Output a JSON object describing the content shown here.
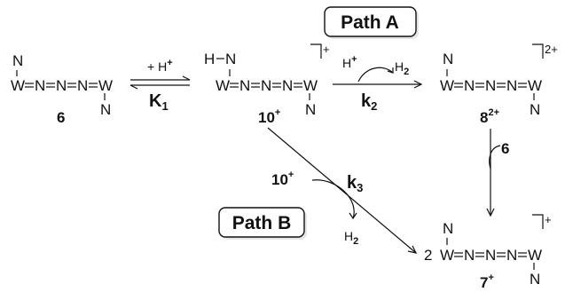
{
  "atoms": {
    "W": "W",
    "N": "N",
    "H": "H"
  },
  "compounds": {
    "c6": {
      "number": "6"
    },
    "c10": {
      "number": "10",
      "charge": "+"
    },
    "c8": {
      "number": "8",
      "charge": "2+"
    },
    "c7": {
      "number": "7",
      "charge": "+",
      "coefficient": "2"
    }
  },
  "bracket_charges": {
    "c10": "+",
    "c8": "2+",
    "c7": "+"
  },
  "step1": {
    "reagent": "+ H",
    "reagent_charge": "+",
    "constant": "K",
    "constant_sub": "1"
  },
  "step2": {
    "reagent": "H",
    "reagent_charge": "+",
    "product": "H",
    "product_sub": "2",
    "constant": "k",
    "constant_sub": "2"
  },
  "step3": {
    "reagent": "10",
    "reagent_charge": "+",
    "product": "H",
    "product_sub": "2",
    "constant": "k",
    "constant_sub": "3"
  },
  "step4": {
    "reagent": "6"
  },
  "paths": {
    "a": "Path A",
    "b": "Path B"
  }
}
